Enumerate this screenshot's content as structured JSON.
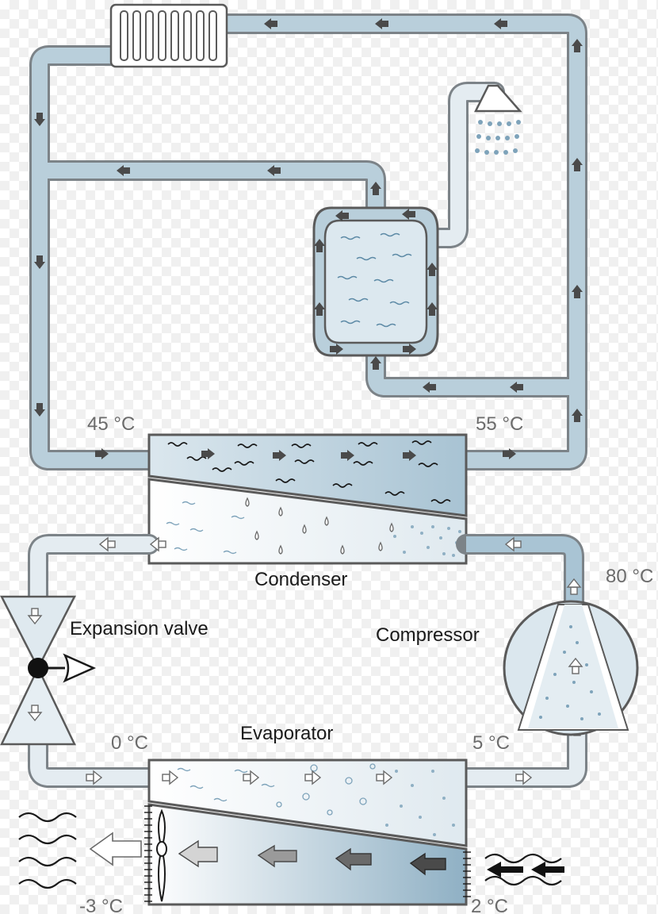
{
  "labels": {
    "condenser": "Condenser",
    "expansion_valve": "Expansion valve",
    "compressor": "Compressor",
    "evaporator": "Evaporator"
  },
  "temperatures": {
    "t45": "45 °C",
    "t55": "55 °C",
    "t80": "80 °C",
    "t0": "0 °C",
    "t5": "5 °C",
    "tm3": "-3 °C",
    "t2": "2 °C"
  },
  "colors": {
    "pipe_outline": "#7c8388",
    "water": "#b9cfdb",
    "refrigerant_liquid": "#e4ecf1",
    "dark_arrow": "#4a4a4a"
  }
}
